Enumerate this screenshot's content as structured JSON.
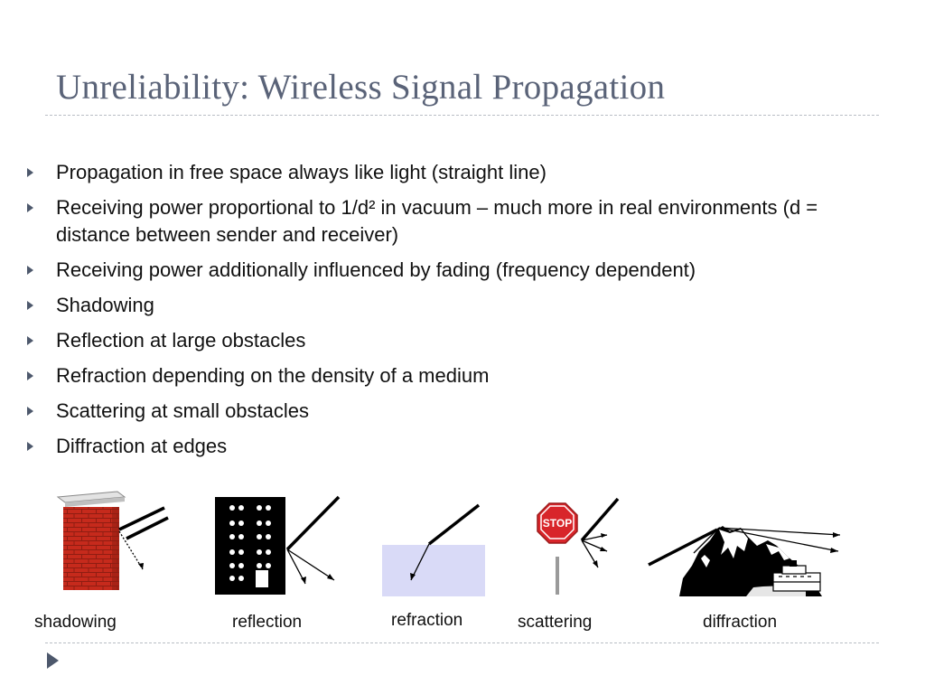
{
  "slide": {
    "title": "Unreliability: Wireless Signal Propagation",
    "bullets": [
      "Propagation in free space always like light (straight line)",
      "Receiving power proportional to 1/d² in vacuum – much more in real environments (d = distance between sender and receiver)",
      "Receiving power additionally influenced by fading (frequency dependent)",
      "Shadowing",
      "Reflection at large obstacles",
      "Refraction depending on the density of a medium",
      "Scattering at small obstacles",
      "Diffraction at edges"
    ],
    "illustrations": {
      "shadowing": "shadowing",
      "reflection": "reflection",
      "refraction": "refraction",
      "scattering": "scattering",
      "diffraction": "diffraction",
      "stop_sign_text": "STOP"
    }
  },
  "colors": {
    "title": "#5a6378",
    "bullet_marker": "#4d586c",
    "brick": "#c62a1c",
    "medium": "#d9daf7",
    "stop_sign": "#d8252a"
  },
  "icons": {
    "bullet": "triangle-right-icon",
    "navigation": "triangle-right-icon"
  }
}
